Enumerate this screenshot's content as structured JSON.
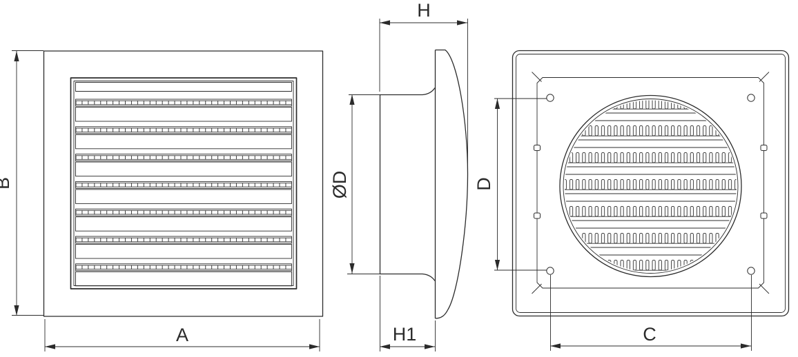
{
  "page": {
    "background": "#ffffff"
  },
  "drawing": {
    "line_color": "#2b2b2b",
    "dimension_labels": {
      "width": "A",
      "height": "B",
      "total_depth": "H",
      "duct_depth": "H1",
      "duct_diameter": "ØD",
      "hole_spacing_vertical": "D",
      "hole_spacing_horizontal": "C"
    },
    "views": {
      "front": {
        "louver_rows": 7
      },
      "side": {},
      "back": {
        "louver_bands": 7,
        "screw_holes": 4,
        "mounting_tabs": 4
      }
    }
  }
}
